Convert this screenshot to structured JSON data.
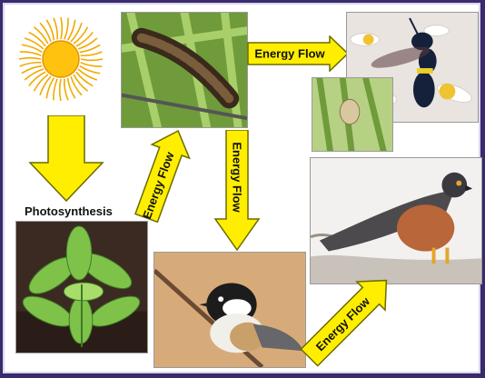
{
  "labels": {
    "photosynthesis": "Photosynthesis",
    "energy_flow": "Energy Flow"
  },
  "colors": {
    "arrow_fill": "#ffee00",
    "arrow_stroke": "#6b6b00",
    "sun_core": "#ffc20e",
    "sun_rays": "#f2a900",
    "background": "#3a2a6e"
  },
  "organisms": [
    "sun",
    "plant",
    "caterpillar",
    "wasp",
    "caterpillar-cocoon",
    "chickadee",
    "hawk"
  ]
}
